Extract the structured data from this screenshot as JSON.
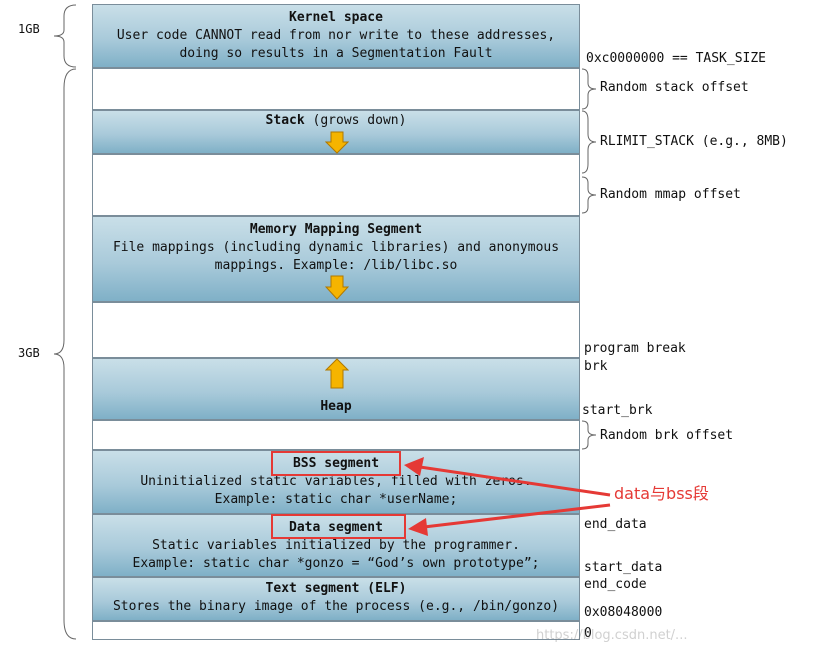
{
  "side": {
    "top_label": "1GB",
    "bottom_label": "3GB"
  },
  "segments": {
    "kernel": {
      "title": "Kernel space",
      "line1": "User code CANNOT read from nor write to these addresses,",
      "line2": "doing so results in a Segmentation Fault"
    },
    "stack": {
      "title": "Stack",
      "suffix": " (grows down)"
    },
    "mmap": {
      "title": "Memory Mapping Segment",
      "line1": "File mappings (including dynamic libraries) and anonymous",
      "line2": "mappings. Example: /lib/libc.so"
    },
    "heap": {
      "title": "Heap"
    },
    "bss": {
      "title": "BSS segment",
      "line1": "Uninitialized static variables, filled with zeros.",
      "line2": "Example: static char *userName;"
    },
    "data": {
      "title": "Data segment",
      "line1": "Static variables initialized by the programmer.",
      "line2": "Example: static char *gonzo = “God’s own prototype”;"
    },
    "text": {
      "title": "Text segment (ELF)",
      "line1": "Stores the binary image of the process (e.g., /bin/gonzo)"
    }
  },
  "right_labels": {
    "task_size": "0xc0000000 == TASK_SIZE",
    "random_stack": "Random stack offset",
    "rlimit": "RLIMIT_STACK (e.g., 8MB)",
    "random_mmap": "Random mmap offset",
    "program_break": "program break",
    "brk": "brk",
    "start_brk": "start_brk",
    "random_brk": "Random brk offset",
    "end_data": "end_data",
    "start_data": "start_data",
    "end_code": "end_code",
    "text_addr": "0x08048000",
    "zero": "0"
  },
  "annotation": {
    "text": "data与bss段",
    "color": "#e53935"
  },
  "watermark": "https://blog.csdn.net/...",
  "colors": {
    "segment_fill": "#a9cada",
    "arrow_fill": "#f5b400",
    "annotation": "#e53935"
  }
}
